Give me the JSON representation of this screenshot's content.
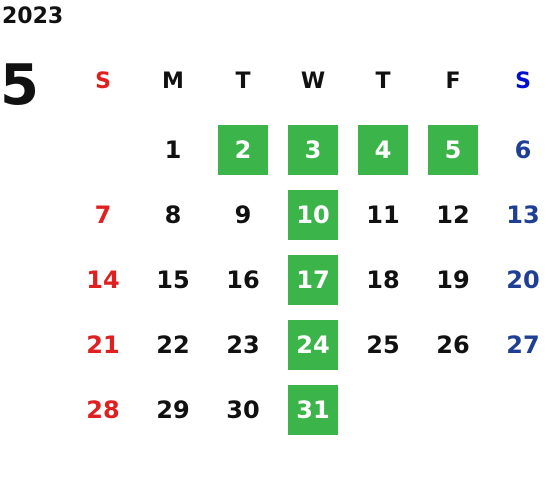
{
  "year": "2023",
  "month": "5",
  "weekdays": [
    {
      "label": "S",
      "color": "#e02020"
    },
    {
      "label": "M",
      "color": "#111111"
    },
    {
      "label": "T",
      "color": "#111111"
    },
    {
      "label": "W",
      "color": "#111111"
    },
    {
      "label": "T",
      "color": "#111111"
    },
    {
      "label": "F",
      "color": "#111111"
    },
    {
      "label": "S",
      "color": "#0010cc"
    }
  ],
  "colors": {
    "sunday": "#e02020",
    "saturday": "#1f3f95",
    "weekday": "#111111",
    "highlight_bg": "#3bb54a",
    "highlight_text": "#ffffff"
  },
  "first_weekday_index": 1,
  "days_in_month": 31,
  "highlighted_days": [
    2,
    3,
    4,
    5,
    10,
    17,
    24,
    31
  ]
}
